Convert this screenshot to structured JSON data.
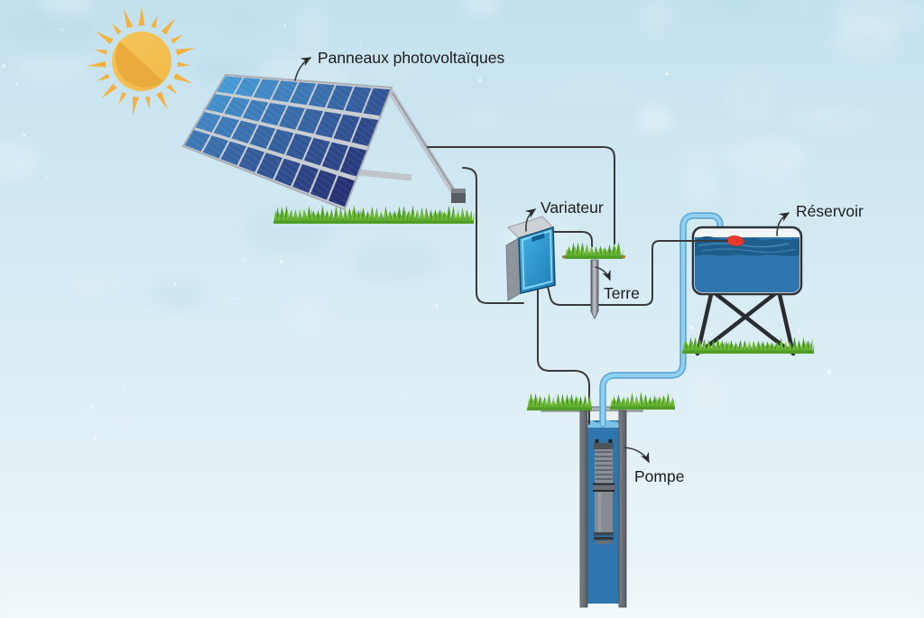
{
  "labels": {
    "panels": "Panneaux photovoltaïques",
    "inverter": "Variateur",
    "ground": "Terre",
    "tank": "Réservoir",
    "pump": "Pompe"
  },
  "colors": {
    "background_top": "#c3e1ee",
    "background_mid": "#d8ecf4",
    "background_bottom": "#eef6f9",
    "sun_light": "#f5c458",
    "sun_dark": "#e9ab3c",
    "sun_ray": "#f2b343",
    "panel_cell_light": "#4aa3de",
    "panel_cell_dark": "#23286a",
    "panel_frame": "#c7ccd1",
    "wire": "#3a3a3a",
    "pipe_outer": "#5fa9d8",
    "pipe_inner": "#92d0ef",
    "water": "#2e76ad",
    "water_dark": "#1e5e8c",
    "water_wave_light": "#85cbec",
    "float_sensor": "#e8392e",
    "grass_light": "#86cb43",
    "grass_dark": "#4e9a27",
    "soil": "#b5763e",
    "inverter_body": "#2b9fd6",
    "metal": "#b9bec4",
    "stand": "#2a2d30",
    "label_text": "#1c1c1c"
  },
  "scene": {
    "sun_rays": 19,
    "panel_rows": 4,
    "panel_cols": 9
  }
}
